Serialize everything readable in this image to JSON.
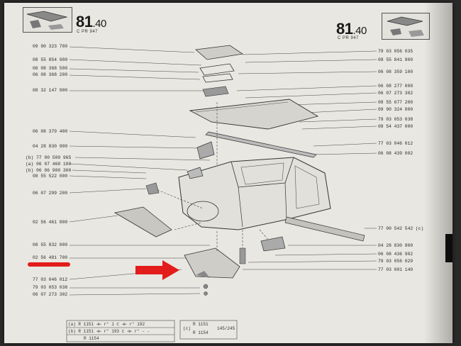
{
  "header": {
    "left_number": "81",
    "left_suffix": ".40",
    "left_sub": "C        PR 947",
    "right_number": "81",
    "right_suffix": ".40",
    "right_sub": "C        PR 947"
  },
  "left_refs": [
    "09 90 323 700",
    "08 55 854 900",
    "06 08 368 500",
    "06 08 368 200",
    "08 32 147 900",
    "06 08 379 400",
    "04 28 830 900",
    "(b) 77 00 509 965",
    "(a) 06 07 468 100",
    "(b) 06 06 900 300",
    "08 55 522 000",
    "06 07 299 200",
    "02 56 461 800",
    "08 55 832 000",
    "02 56 481 700",
    "77 03 046 012",
    "79 03 053 038",
    "06 07 273 302"
  ],
  "right_refs": [
    "79 03 056 035",
    "08 55 841 800",
    "06 08 359 100",
    "06 08 277 000",
    "06 07 273 302",
    "08 55 677 200",
    "09 90 324 000",
    "79 03 053 038",
    "08 54 437 000",
    "77 03 046 012",
    "06 08 439 002",
    "77 00 542 542 (c)",
    "04 28 830 800",
    "06 08 436 902",
    "79 03 056 029",
    "77 03 001 140"
  ],
  "table": {
    "row1": "(a)  R 1151  ⊣⊢ r° 1 ⊏ ⊣⊢ r° 192",
    "row2": "(b)  R 1151  ⊣⊢ r° 193 ⊏ ⊣⊢ r° - -",
    "row3": "R 1154",
    "c_label": "(c)",
    "c_row1": "R 1151",
    "c_row2": "R 1154",
    "c_fraction": "145/245"
  },
  "colors": {
    "paper": "#e9e7e1",
    "ink": "#2b2b2b",
    "highlight": "#e31c1c"
  },
  "icons": [
    "thumbnail-part-icon",
    "red-arrow-icon",
    "red-underline-marker"
  ]
}
